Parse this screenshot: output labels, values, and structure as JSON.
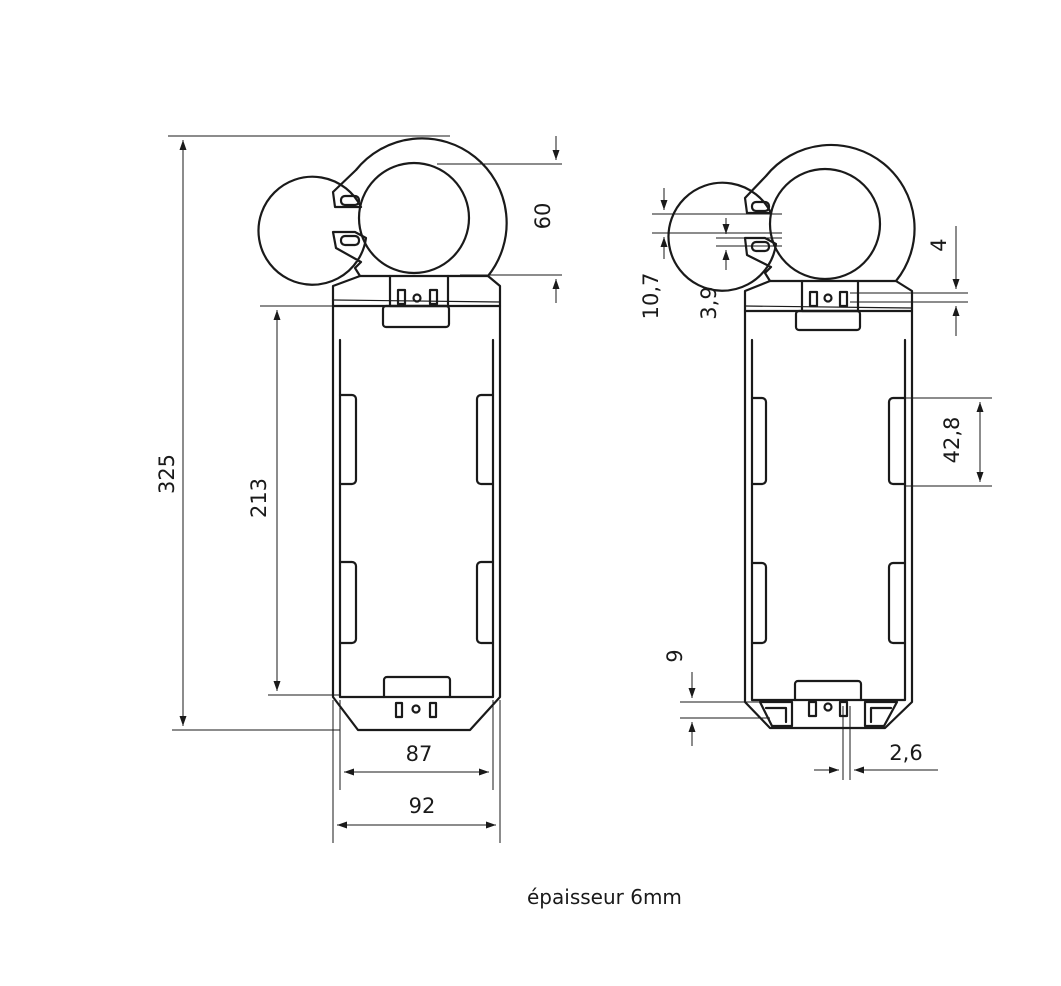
{
  "view_left": {
    "dimensions": {
      "overall_height": "325",
      "body_height": "213",
      "ring_diameter": "60",
      "inner_width": "87",
      "outer_width": "92"
    }
  },
  "view_right": {
    "dimensions": {
      "hook_gap": "10,7",
      "slot_height": "3,9",
      "clip_offset": "4",
      "tab_height": "42,8",
      "bottom_height": "9",
      "slot_width": "2,6"
    }
  },
  "caption": "épaisseur 6mm",
  "colors": {
    "line": "#1a1a1a",
    "background": "#ffffff"
  }
}
